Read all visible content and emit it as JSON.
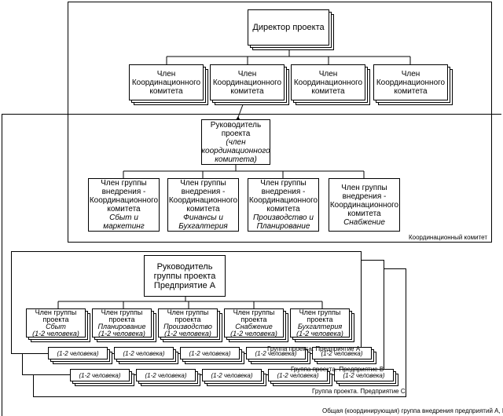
{
  "director": "Директор проекта",
  "committee_member": [
    "Член",
    "Координационного",
    "комитета"
  ],
  "project_manager": {
    "lines": [
      "Руководитель",
      "проекта"
    ],
    "italic": [
      "(член",
      "координационного",
      "комитета)"
    ]
  },
  "impl_member_lines": [
    "Член группы",
    "внедрения -",
    "Координационного",
    "комитета"
  ],
  "impl_areas": [
    [
      "Сбыт и",
      "маркетинг"
    ],
    [
      "Финансы и",
      "Бухгалтерия"
    ],
    [
      "Производство и",
      "Планирование"
    ],
    [
      "Снабжение"
    ]
  ],
  "coordination_committee_label": "Координационный комитет",
  "group_manager": [
    "Руководитель",
    "группы проекта",
    "Предприятие А"
  ],
  "group_member_lines": [
    "Член группы",
    "проекта"
  ],
  "group_areas": [
    "Сбыт",
    "Планирование",
    "Производство",
    "Снабжение",
    "Бухгалтерия"
  ],
  "group_size": "(1-2 человека)",
  "group_labels": [
    "Группа проекта. Предприятие А",
    "Группа проекта. Предприятие В",
    "Группа проекта. Предприятие С"
  ],
  "general_group_label": "Общая (координирующая) группа внедрения предприятий А, В, С"
}
